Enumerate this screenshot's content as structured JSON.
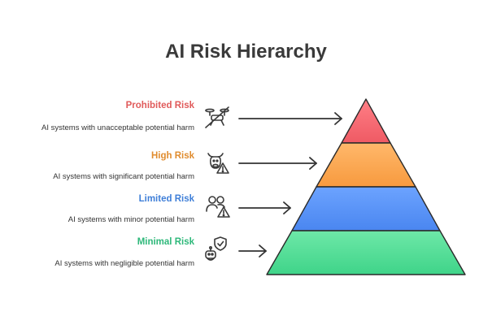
{
  "title": "AI Risk Hierarchy",
  "tiers": [
    {
      "label": "Prohibited Risk",
      "description": "AI systems with unacceptable potential harm",
      "icon": "crossed-out-drone-icon",
      "label_color": "#e05a5a",
      "fill_top": "#ff7f86",
      "fill_bottom": "#ef5a64"
    },
    {
      "label": "High Risk",
      "description": "AI systems with significant potential harm",
      "icon": "cow-warning-icon",
      "label_color": "#e08c2e",
      "fill_top": "#ffb86b",
      "fill_bottom": "#f79a3e"
    },
    {
      "label": "Limited Risk",
      "description": "AI systems with minor potential harm",
      "icon": "users-warning-icon",
      "label_color": "#3f7fd8",
      "fill_top": "#6ca3ff",
      "fill_bottom": "#4a86f0"
    },
    {
      "label": "Minimal Risk",
      "description": "AI systems with negligible potential harm",
      "icon": "robot-shield-icon",
      "label_color": "#2eb87a",
      "fill_top": "#6ee8a8",
      "fill_bottom": "#3fd489"
    }
  ]
}
